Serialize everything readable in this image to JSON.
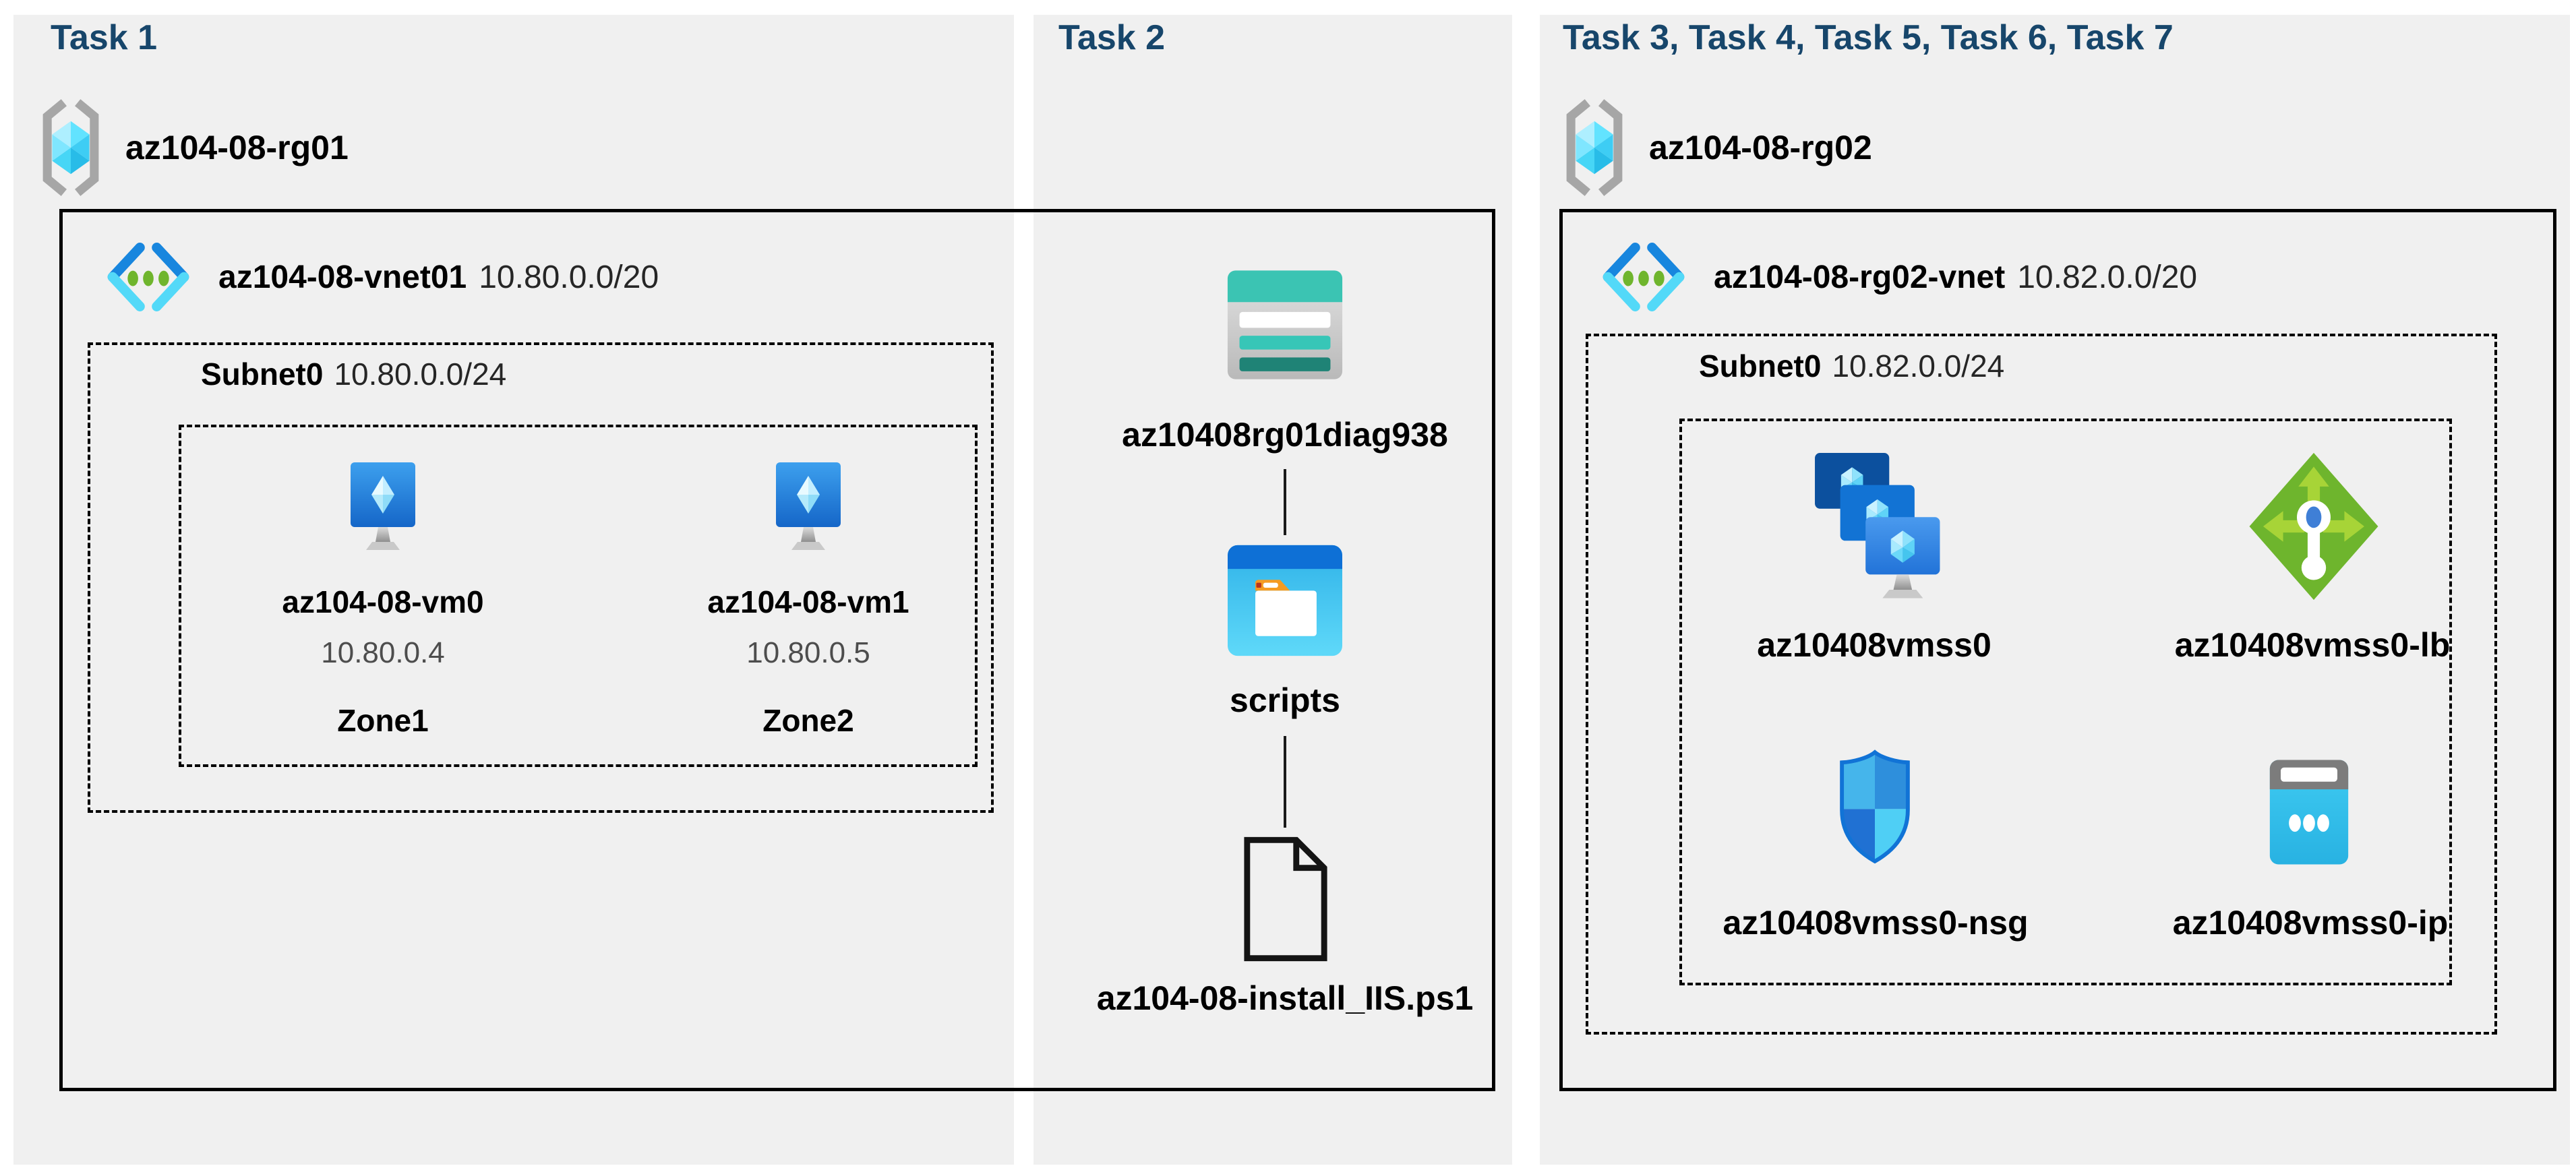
{
  "colors": {
    "panel_background": "#F0F0F0",
    "task_title": "#17466B",
    "boundary_outline": "#000000",
    "secondary_text": "#4D4D4D",
    "azure_blue": "#1886DE",
    "azure_cyan": "#53D9F8",
    "storage_teal": "#3BC4B3",
    "lb_green": "#6EB52D"
  },
  "panels": [
    {
      "title": "Task 1",
      "resource_group": {
        "name": "az104-08-rg01",
        "icon": "resource-group-icon"
      },
      "vnet": {
        "name": "az104-08-vnet01",
        "cidr": "10.80.0.0/20",
        "icon": "virtual-network-icon"
      },
      "subnet": {
        "name": "Subnet0",
        "cidr": "10.80.0.0/24"
      },
      "vms": [
        {
          "name": "az104-08-vm0",
          "ip": "10.80.0.4",
          "zone": "Zone1",
          "icon": "virtual-machine-icon"
        },
        {
          "name": "az104-08-vm1",
          "ip": "10.80.0.5",
          "zone": "Zone2",
          "icon": "virtual-machine-icon"
        }
      ]
    },
    {
      "title": "Task 2",
      "storage_account": {
        "name": "az10408rg01diag938",
        "icon": "storage-account-icon"
      },
      "container": {
        "name": "scripts",
        "icon": "folder-icon"
      },
      "script_file": {
        "name": "az104-08-install_IIS.ps1",
        "icon": "document-icon"
      }
    },
    {
      "title": "Task 3, Task 4, Task 5, Task 6, Task 7",
      "resource_group": {
        "name": "az104-08-rg02",
        "icon": "resource-group-icon"
      },
      "vnet": {
        "name": "az104-08-rg02-vnet",
        "cidr": "10.82.0.0/20",
        "icon": "virtual-network-icon"
      },
      "subnet": {
        "name": "Subnet0",
        "cidr": "10.82.0.0/24"
      },
      "resources": [
        {
          "name": "az10408vmss0",
          "type": "vm-scale-set",
          "icon": "vm-scale-set-icon"
        },
        {
          "name": "az10408vmss0-lb",
          "type": "load-balancer",
          "icon": "load-balancer-icon"
        },
        {
          "name": "az10408vmss0-nsg",
          "type": "network-security-group",
          "icon": "nsg-icon"
        },
        {
          "name": "az10408vmss0-ip",
          "type": "public-ip",
          "icon": "public-ip-icon"
        }
      ]
    }
  ]
}
